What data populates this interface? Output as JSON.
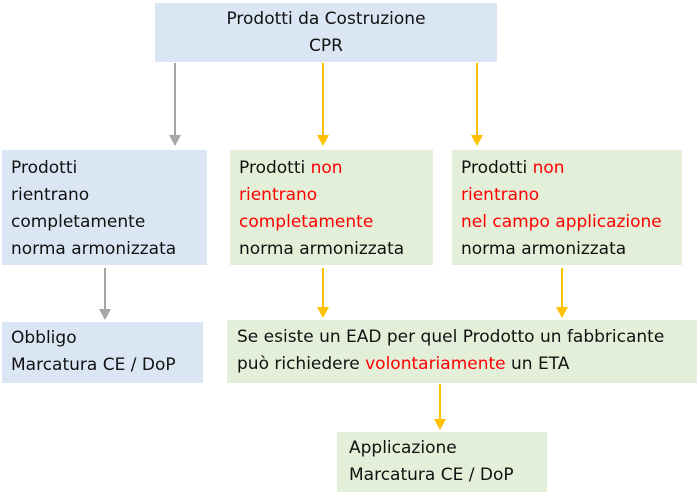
{
  "colors": {
    "box_blue": "#dae6f3",
    "box_green": "#e3efd9",
    "arrow_orange": "#ffc000",
    "arrow_gray": "#a6a6a6",
    "text_red": "#ff0000",
    "text_dark": "#111111"
  },
  "nodes": {
    "root": {
      "line1": "Prodotti da Costruzione",
      "line2": "CPR"
    },
    "harmonized_full": {
      "line1": "Prodotti",
      "line2": "rientrano",
      "line3": "completamente",
      "line4": "norma armonizzata"
    },
    "harmonized_partial": {
      "l1_black": "Prodotti ",
      "l1_red": "non",
      "l2_red": "rientrano",
      "l3_red": "completamente",
      "l4_black": "norma armonizzata"
    },
    "not_in_scope": {
      "l1_black": "Prodotti ",
      "l1_red": "non",
      "l2_red": "rientrano",
      "l3_red": "nel campo applicazione",
      "l4_black": "norma armonizzata"
    },
    "obligation": {
      "line1": "Obbligo",
      "line2": "Marcatura CE / DoP"
    },
    "ead": {
      "line1": "Se esiste un EAD per quel Prodotto un fabbricante",
      "l2_pre": "può richiedere ",
      "l2_red": "volontariamente",
      "l2_post": " un ETA"
    },
    "application": {
      "line1": "Applicazione",
      "line2": "Marcatura CE / DoP"
    }
  }
}
